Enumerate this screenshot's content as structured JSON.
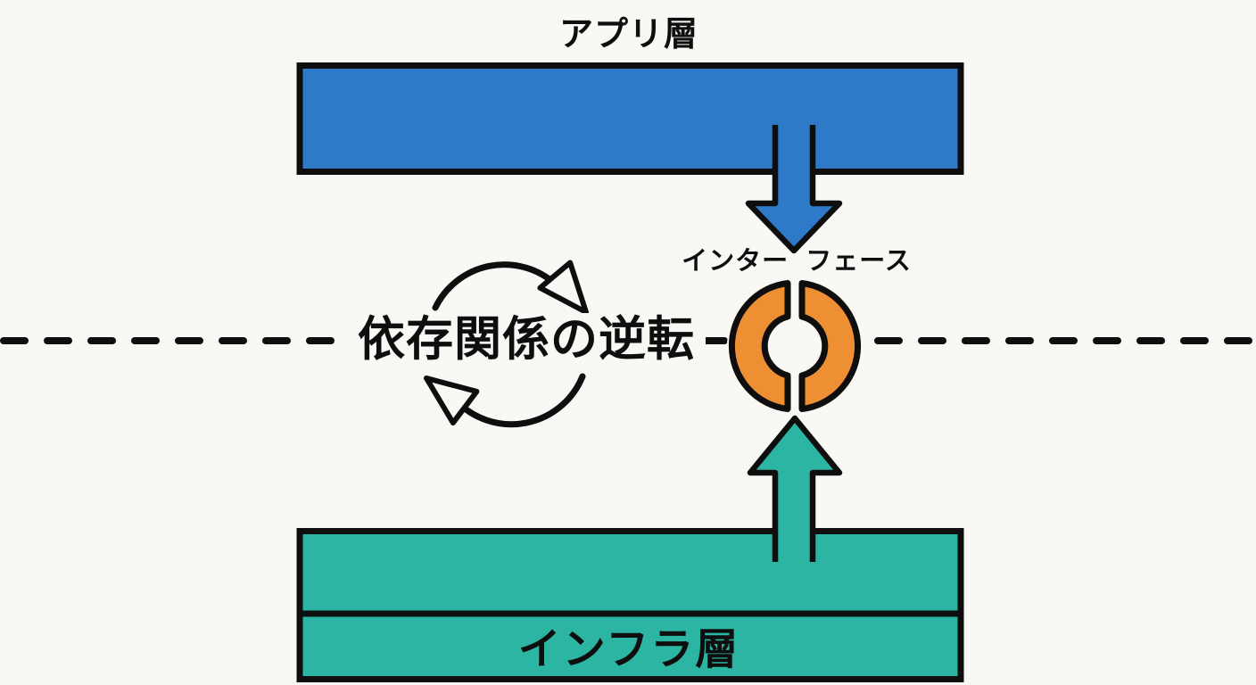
{
  "diagram": {
    "app_layer_label": "アプリ層",
    "interface_label": "インター フェース",
    "center_label": "依存関係の逆転",
    "infra_layer_label": "インフラ層"
  },
  "colors": {
    "background": "#f9f8f5",
    "app_layer": "#2e7ac8",
    "infra_layer": "#2cb5a3",
    "interface": "#ef8f33",
    "line": "#0e0e0e"
  }
}
